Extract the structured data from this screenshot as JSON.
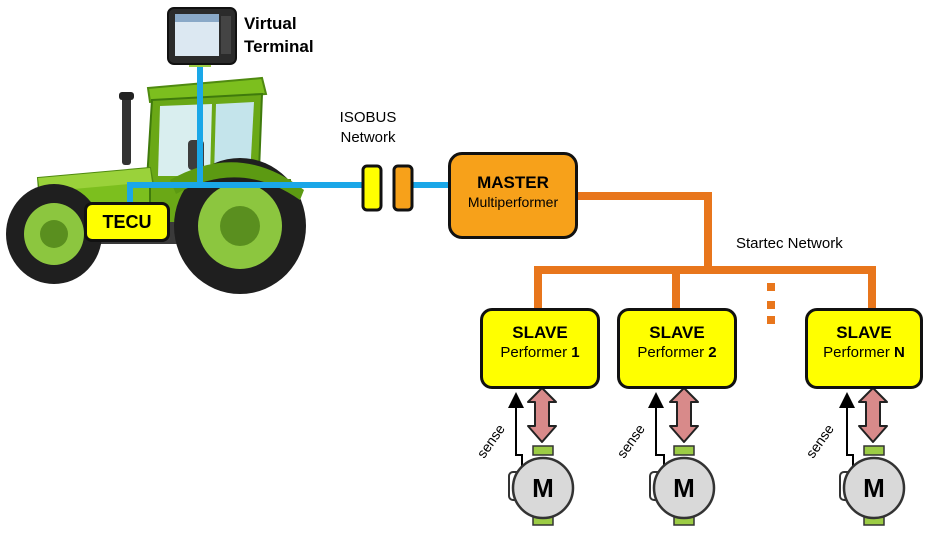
{
  "virtual_terminal": {
    "line1": "Virtual",
    "line2": "Terminal"
  },
  "isobus": {
    "line1": "ISOBUS",
    "line2": "Network"
  },
  "tecu": {
    "label": "TECU"
  },
  "master": {
    "line1": "MASTER",
    "line2": "Multiperformer"
  },
  "startec": {
    "label": "Startec Network"
  },
  "slaves": [
    {
      "line1": "SLAVE",
      "line2": "Performer",
      "index": "1"
    },
    {
      "line1": "SLAVE",
      "line2": "Performer",
      "index": "2"
    },
    {
      "line1": "SLAVE",
      "line2": "Performer",
      "index": "N"
    }
  ],
  "motors": [
    {
      "label": "M",
      "sense": "sense"
    },
    {
      "label": "M",
      "sense": "sense"
    },
    {
      "label": "M",
      "sense": "sense"
    }
  ],
  "colors": {
    "isobus_line": "#1aa7e8",
    "startec_line": "#e8761c",
    "slave_fill": "#ffff00",
    "master_fill": "#f7a11a",
    "tractor_green": "#7cbf1e",
    "arrow_fill": "#d88a8a",
    "motor_fill": "#d9d9d9",
    "terminal_mount": "#9ccc45"
  }
}
